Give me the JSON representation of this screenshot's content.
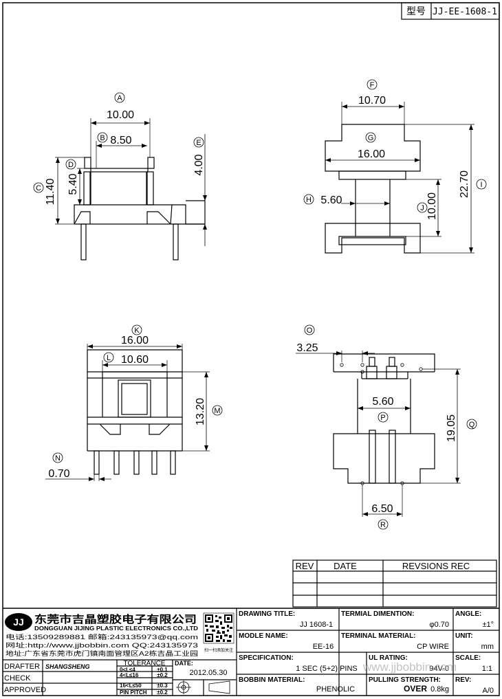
{
  "model_box": {
    "label": "型号",
    "value": "JJ-EE-1608-1"
  },
  "views": {
    "front": {
      "A": {
        "letter": "A",
        "value": "10.00"
      },
      "B": {
        "letter": "B",
        "value": "8.50"
      },
      "C": {
        "letter": "C",
        "value": "11.40"
      },
      "D": {
        "letter": "D",
        "value": "5.40"
      },
      "E": {
        "letter": "E",
        "value": "4.00"
      }
    },
    "top": {
      "F": {
        "letter": "F",
        "value": "10.70"
      },
      "G": {
        "letter": "G",
        "value": "16.00"
      },
      "H": {
        "letter": "H",
        "value": "5.60"
      },
      "I": {
        "letter": "I",
        "value": "22.70"
      },
      "J": {
        "letter": "J",
        "value": "10.00"
      }
    },
    "side": {
      "K": {
        "letter": "K",
        "value": "16.00"
      },
      "L": {
        "letter": "L",
        "value": "10.60"
      },
      "M": {
        "letter": "M",
        "value": "13.20"
      },
      "N": {
        "letter": "N",
        "value": "0.70"
      }
    },
    "bottom": {
      "O": {
        "letter": "O",
        "value": "3.25"
      },
      "P": {
        "letter": "P",
        "value": "5.60"
      },
      "Q": {
        "letter": "Q",
        "value": "19.05"
      },
      "R": {
        "letter": "R",
        "value": "6.50"
      }
    }
  },
  "revision_table": {
    "headers": [
      "REV",
      "DATE",
      "REVSIONS REC"
    ],
    "rows": 3
  },
  "company": {
    "logo": "JJ",
    "name_cn": "东莞市吉晶塑胶电子有限公司",
    "name_en": "DONGGUAN JIJING PLASTIC ELECTRONICS CO.,LTD",
    "phone": "电话:13509289881  邮箱:243135973@qq.com",
    "web": "网址:http://www.jjbobbin.com  QQ:243135973",
    "address": "地址:广东省东莞市虎门镇南面管理区A2栋吉晶工业园",
    "qr_caption": "扫一扫添加关注"
  },
  "title_block": {
    "drawing_title_label": "DRAWING TITLE:",
    "drawing_title": "JJ  1608-1",
    "terminal_dimension_label": "TERMIAL DIMENTION:",
    "terminal_dimension": "φ0.70",
    "angle_label": "ANGLE:",
    "angle": "±1°",
    "model_name_label": "MODLE NAME:",
    "model_name": "EE-16",
    "terminal_material_label": "TERMINAL MATERIAL:",
    "terminal_material": "CP WIRE",
    "unit_label": "UNIT:",
    "unit": "mm",
    "specification_label": "SPECIFICATION:",
    "specification": "1 SEC (5+2) PINS",
    "ul_rating_label": "UL RATING:",
    "ul_rating": "94V-0",
    "scale_label": "SCALE:",
    "scale": "1:1",
    "bobbin_material_label": "BOBBIN  MATERIAL:",
    "bobbin_material": "PHENOLIC",
    "pulling_strength_label": "PULLING STRENGTH:",
    "pulling_strength_prefix": "OVER",
    "pulling_strength": "0.8kg",
    "rev_label": "REV:",
    "rev": "A/0",
    "drafter_label": "DRAFTER",
    "drafter": "SHANGSHENG",
    "check_label": "CHECK",
    "approved_label": "APPROVED",
    "tolerance_label": "TOLERANCE",
    "tolerance_rows": [
      {
        "range": "0<L≤4",
        "tol": "±0.1"
      },
      {
        "range": "4<L≤16",
        "tol": "±0.2"
      },
      {
        "range": "16<L≤50",
        "tol": "±0.3"
      },
      {
        "range": "PIN PITCH",
        "tol": "±0.2"
      }
    ],
    "date_label": "DATE:",
    "date": "2012.05.30"
  },
  "watermark": "www.jjbobbin.com"
}
